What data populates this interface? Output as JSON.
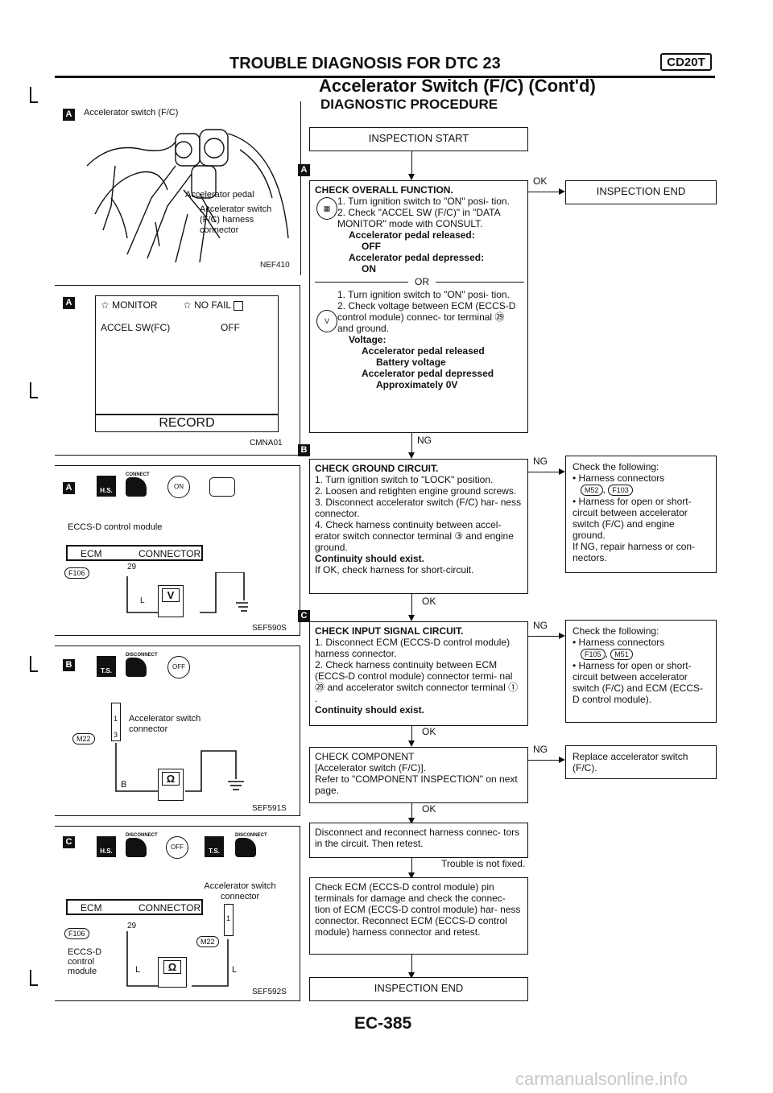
{
  "header": {
    "title": "TROUBLE DIAGNOSIS FOR DTC 23",
    "engine_badge": "CD20T",
    "subtitle": "Accelerator Switch (F/C) (Cont'd)",
    "section": "DIAGNOSTIC PROCEDURE"
  },
  "left": {
    "fig1": {
      "tag": "A",
      "caption": "Accelerator switch (F/C)",
      "label_pedal": "Accelerator pedal",
      "label_connector": "Accelerator switch (F/C) harness connector",
      "code": "NEF410"
    },
    "fig2": {
      "tag": "A",
      "monitor": "☆ MONITOR",
      "nofail": "☆ NO FAIL",
      "item": "ACCEL SW(FC)",
      "value": "OFF",
      "record": "RECORD",
      "code": "CMNA01"
    },
    "fig3": {
      "tag": "A",
      "connect_label": "CONNECT",
      "module": "ECCS-D control module",
      "ecm": "ECM",
      "connector": "CONNECTOR",
      "connector_id": "F106",
      "terminal": "29",
      "wire": "L",
      "meter": "V",
      "code": "SEF590S"
    },
    "fig4": {
      "tag": "B",
      "disconnect_label": "DISCONNECT",
      "switch_connector": "Accelerator switch connector",
      "pin1": "1",
      "pin3": "3",
      "connector_id": "M22",
      "wire": "B",
      "meter": "Ω",
      "code": "SEF591S"
    },
    "fig5": {
      "tag": "C",
      "disconnect_label": "DISCONNECT",
      "switch_connector": "Accelerator switch connector",
      "ecm": "ECM",
      "connector": "CONNECTOR",
      "connector_id": "F106",
      "connector_id2": "M22",
      "terminal": "29",
      "pin1": "1",
      "module": "ECCS-D control module",
      "wire_left": "L",
      "wire_right": "L",
      "meter": "Ω",
      "code": "SEF592S"
    }
  },
  "flow": {
    "start": "INSPECTION START",
    "step1": {
      "tag": "A",
      "title": "CHECK OVERALL FUNCTION.",
      "a1": "1. Turn ignition switch to \"ON\" posi- tion.",
      "a2": "2. Check \"ACCEL SW (F/C)\" in \"DATA MONITOR\" mode with CONSULT.",
      "a3": "Accelerator pedal released:",
      "a4": "OFF",
      "a5": "Accelerator pedal depressed:",
      "a6": "ON",
      "or": "OR",
      "b1": "1. Turn ignition switch to \"ON\" posi- tion.",
      "b2": "2. Check voltage between ECM (ECCS-D control module) connec- tor terminal ㉙ and ground.",
      "b3": "Voltage:",
      "b4": "Accelerator pedal released",
      "b5": "Battery voltage",
      "b6": "Accelerator pedal depressed",
      "b7": "Approximately 0V"
    },
    "ok1": "OK",
    "end1": "INSPECTION END",
    "ng1": "NG",
    "step2": {
      "tag": "B",
      "title": "CHECK GROUND CIRCUIT.",
      "l1": "1. Turn ignition switch to \"LOCK\" position.",
      "l2": "2. Loosen and retighten engine ground screws.",
      "l3": "3. Disconnect accelerator switch (F/C) har- ness connector.",
      "l4": "4. Check harness continuity between accel- erator switch connector terminal ③ and engine ground.",
      "l5": "Continuity should exist.",
      "l6": "If OK, check harness for short-circuit."
    },
    "ng2": "NG",
    "side2": {
      "l1": "Check the following:",
      "l2": "• Harness connectors",
      "c1": "M52",
      "c2": "F103",
      "l3": "• Harness for open or short- circuit between accelerator switch (F/C) and engine ground.",
      "l4": "If NG, repair harness or con- nectors."
    },
    "ok2": "OK",
    "step3": {
      "tag": "C",
      "title": "CHECK INPUT SIGNAL CIRCUIT.",
      "l1": "1. Disconnect ECM (ECCS-D control module) harness connector.",
      "l2": "2. Check harness continuity between ECM (ECCS-D control module) connector termi- nal ㉙ and accelerator switch connector terminal ① .",
      "l3": "Continuity should exist."
    },
    "ng3": "NG",
    "side3": {
      "l1": "Check the following:",
      "l2": "• Harness connectors",
      "c1": "F105",
      "c2": "M51",
      "l3": "• Harness for open or short- circuit between accelerator switch (F/C) and ECM (ECCS-D control module)."
    },
    "ok3": "OK",
    "step4": {
      "l1": "CHECK COMPONENT",
      "l2": "[Accelerator switch (F/C)].",
      "l3": "Refer to \"COMPONENT INSPECTION\" on next page."
    },
    "ng4": "NG",
    "side4": "Replace accelerator switch (F/C).",
    "ok4": "OK",
    "step5": "Disconnect and reconnect harness connec- tors in the circuit. Then retest.",
    "trouble": "Trouble is not fixed.",
    "step6": "Check ECM (ECCS-D control module) pin terminals for damage and check the connec- tion of ECM (ECCS-D control module) har- ness connector. Reconnect ECM (ECCS-D control module) harness connector and retest.",
    "end2": "INSPECTION END"
  },
  "footer": {
    "page": "EC-385",
    "watermark": "carmanualsonline.info"
  }
}
